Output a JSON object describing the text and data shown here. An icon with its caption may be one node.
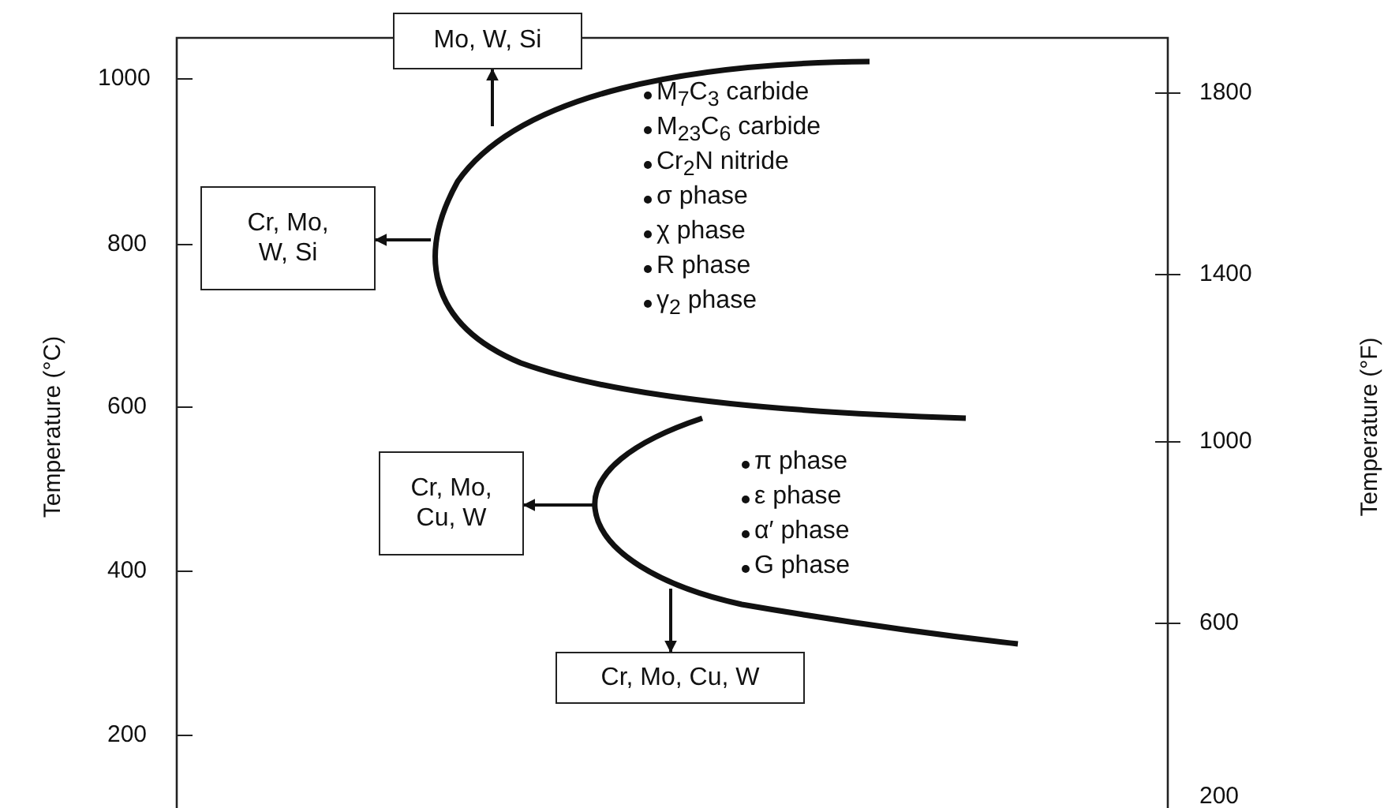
{
  "diagram": {
    "nodes": [
      {
        "text": [
          "Mo, W, Si"
        ]
      },
      {
        "text": [
          "Cr, Mo, W, Si"
        ]
      },
      {
        "text": [
          "Cr, Mo, Cu, W"
        ]
      },
      {
        "text": [
          "Cr, Mo, Cu, W"
        ]
      },
      {
        "text": [],
        "shape": "curve"
      },
      {
        "text": [],
        "shape": "curve"
      }
    ],
    "edges": [
      {
        "from": 4,
        "to": 0,
        "arrow": "to"
      },
      {
        "from": 4,
        "to": 1,
        "arrow": "to"
      },
      {
        "from": 5,
        "to": 2,
        "arrow": "to"
      },
      {
        "from": 5,
        "to": 3,
        "arrow": "to"
      }
    ],
    "labels": [
      "1000",
      "1800",
      "M$_{7}$C$_{3}$ carbide",
      "M$_{23}$C$_{6}$ carbide",
      "Cr$_{2}$N nitride",
      "σ phase",
      "800",
      "χ phase",
      "1400",
      "R phase",
      "γ$_{2}$ phase",
      "Temperature (°C)",
      "Temperature (°F)",
      "600",
      "π phase",
      "1000",
      "ε phase",
      "α′ phase",
      "400",
      "G phase",
      "600",
      "200",
      "200"
    ]
  }
}
